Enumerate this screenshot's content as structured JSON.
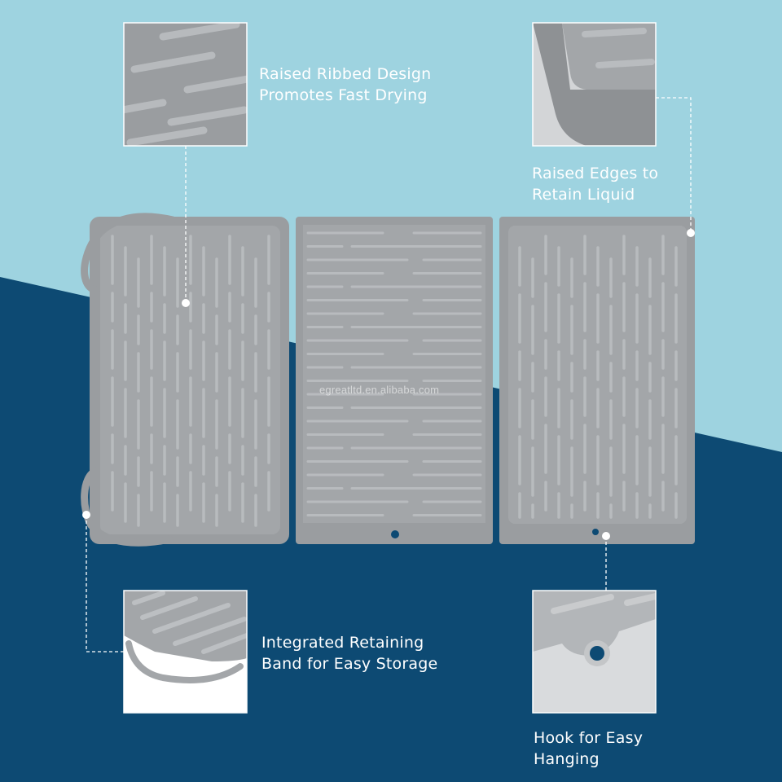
{
  "colors": {
    "background_light": "#9ed3e0",
    "background_dark": "#0d4a73",
    "mat_gray": "#9a9da0",
    "mat_light": "#aeb1b4",
    "rib": "#b8bbbe",
    "guide_line": "#ffffff"
  },
  "features": {
    "ribbed": {
      "line1": "Raised Ribbed Design",
      "line2": "Promotes Fast Drying",
      "icon": "ribbed-detail-image"
    },
    "edges": {
      "line1": "Raised Edges to",
      "line2": "Retain Liquid",
      "icon": "edge-detail-image"
    },
    "band": {
      "line1": "Integrated Retaining",
      "line2": "Band for Easy Storage",
      "icon": "band-detail-image"
    },
    "hook": {
      "line1": "Hook for Easy",
      "line2": "Hanging",
      "icon": "hook-detail-image"
    }
  },
  "watermark": "egreatltd.en.alibaba.com"
}
